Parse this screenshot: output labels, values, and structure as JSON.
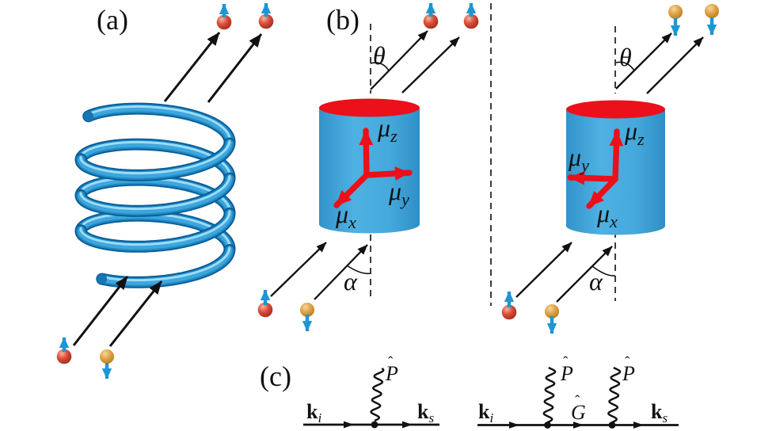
{
  "colors": {
    "spin_arrow_blue": "#1e96d4",
    "cylinder_blue": "#41a6dd",
    "magnet_red": "#eb1019",
    "helix_blue": "#1e8ac6",
    "helix_dark": "#0b5c95",
    "helix_body": "#3fa6dc",
    "helix_light": "#9bdcf8",
    "ball_red": "#d14b38",
    "ball_gold": "#e2a449",
    "line_black": "#111111"
  },
  "panel_a": {
    "label": "(a)"
  },
  "panel_b": {
    "label": "(b)",
    "left_magnet": {
      "theta": "θ",
      "alpha": "α",
      "mu_z": {
        "base": "μ",
        "sub": "z"
      },
      "mu_y": {
        "base": "μ",
        "sub": "y"
      },
      "mu_x": {
        "base": "μ",
        "sub": "x"
      }
    },
    "right_magnet": {
      "theta": "θ",
      "alpha": "α",
      "mu_z": {
        "base": "μ",
        "sub": "z"
      },
      "mu_y": {
        "base": "μ",
        "sub": "y"
      },
      "mu_x": {
        "base": "μ",
        "sub": "x"
      }
    }
  },
  "panel_c": {
    "label": "(c)",
    "first_order": {
      "k_in": {
        "base": "k",
        "sub": "i"
      },
      "k_out": {
        "base": "k",
        "sub": "s"
      },
      "vertex_operator": {
        "base": "P",
        "hat": "ˆ"
      }
    },
    "second_order": {
      "k_in": {
        "base": "k",
        "sub": "i"
      },
      "k_out": {
        "base": "k",
        "sub": "s"
      },
      "vertex1_operator": {
        "base": "P",
        "hat": "ˆ"
      },
      "vertex2_operator": {
        "base": "P",
        "hat": "ˆ"
      },
      "propagator_operator": {
        "base": "G",
        "hat": "ˆ"
      }
    }
  }
}
